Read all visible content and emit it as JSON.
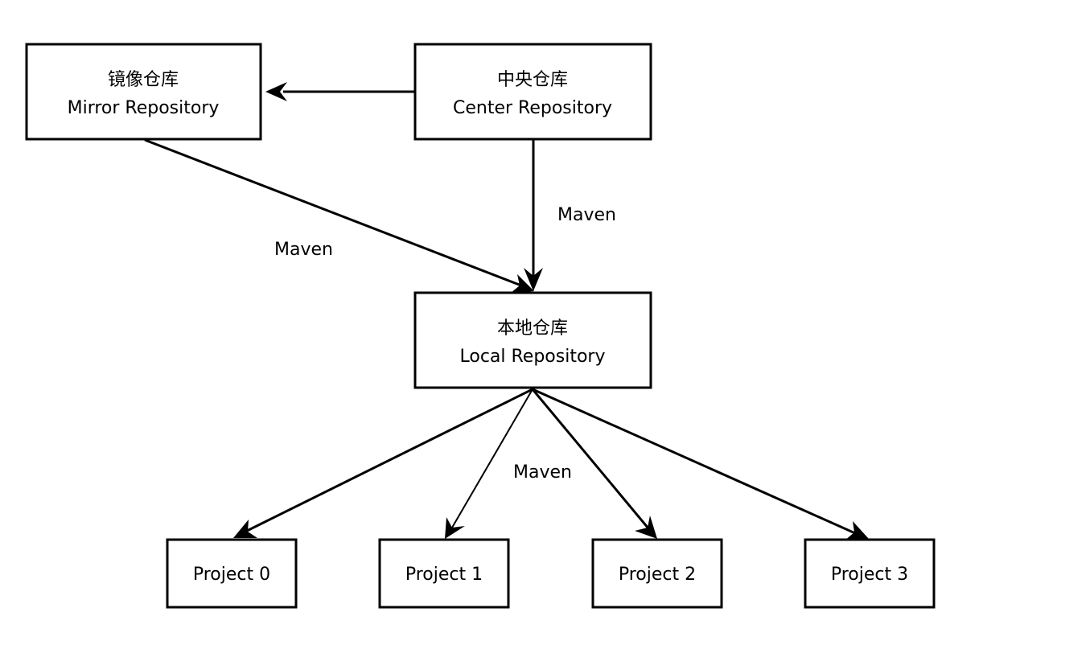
{
  "nodes": [
    {
      "id": "mirror",
      "line1": "镜像仓库",
      "line2": "Mirror Repository"
    },
    {
      "id": "center",
      "line1": "中央仓库",
      "line2": "Center Repository"
    },
    {
      "id": "local",
      "line1": "本地仓库",
      "line2": "Local Repository"
    },
    {
      "id": "p0",
      "line1": "Project 0"
    },
    {
      "id": "p1",
      "line1": "Project 1"
    },
    {
      "id": "p2",
      "line1": "Project 2"
    },
    {
      "id": "p3",
      "line1": "Project 3"
    }
  ],
  "edges": [
    {
      "from": "center",
      "to": "mirror"
    },
    {
      "from": "mirror",
      "to": "local"
    },
    {
      "from": "center",
      "to": "local"
    },
    {
      "from": "local",
      "to": "p0"
    },
    {
      "from": "local",
      "to": "p1"
    },
    {
      "from": "local",
      "to": "p2"
    },
    {
      "from": "local",
      "to": "p3"
    }
  ],
  "edge_labels": {
    "mirror_to_local": "Maven",
    "center_to_local": "Maven",
    "local_to_projects": "Maven"
  },
  "colors": {
    "stroke": "#000000",
    "fill": "#ffffff",
    "text": "#000000"
  }
}
